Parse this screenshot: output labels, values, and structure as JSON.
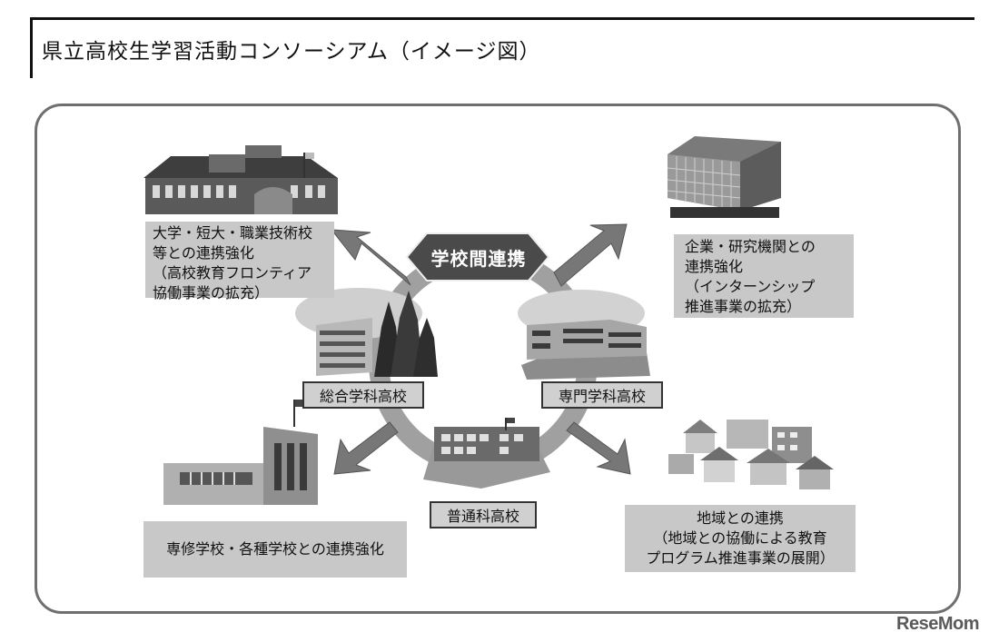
{
  "title": "県立高校生学習活動コンソーシアム（イメージ図）",
  "hub": "学校間連携",
  "schools": {
    "integrated": "総合学科高校",
    "specialized": "専門学科高校",
    "general": "普通科高校"
  },
  "partners": {
    "university": "大学・短大・職業技術校\n等との連携強化\n（高校教育フロンティア\n協働事業の拡充）",
    "enterprise": "企業・研究機関との\n連携強化\n（インターンシップ\n推進事業の拡充）",
    "vocational": "専修学校・各種学校との連携強化",
    "community": "地域との連携\n（地域との協働による教育\nプログラム推進事業の展開）"
  },
  "logo": "ReseMom",
  "colors": {
    "ring": "#9a9a9a",
    "arrow": "#777777",
    "hub": "#4a4a4a",
    "box": "#c8c8c8"
  }
}
